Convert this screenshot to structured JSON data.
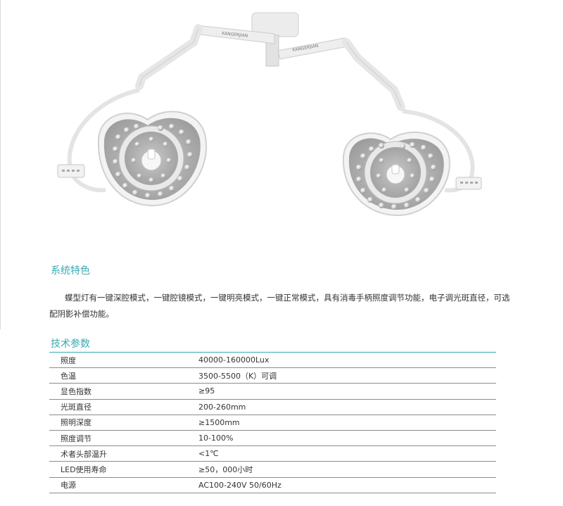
{
  "product": {
    "brand_marks": [
      "KANGERJIAN",
      "KANGERJIAN"
    ]
  },
  "features": {
    "title": "系统特色",
    "description": "蝶型灯有一键深腔模式，一键腔镜模式，一键明亮模式，一键正常模式，具有消毒手柄照度调节功能，电子调光斑直径，可选配阴影补偿功能。"
  },
  "specs": {
    "title": "技术参数",
    "rows": [
      {
        "name": "照度",
        "value": "40000-160000Lux"
      },
      {
        "name": "色温",
        "value": "3500-5500（K）可调"
      },
      {
        "name": "显色指数",
        "value": "≥95"
      },
      {
        "name": "光斑直径",
        "value": "200-260mm"
      },
      {
        "name": "照明深度",
        "value": "≥1500mm"
      },
      {
        "name": "照度调节",
        "value": "10-100%"
      },
      {
        "name": "术者头部温升",
        "value": "<1℃"
      },
      {
        "name": "LED使用寿命",
        "value": "≥50，000小时"
      },
      {
        "name": "电源",
        "value": "AC100-240V 50/60Hz"
      }
    ]
  },
  "colors": {
    "accent": "#3aaab3",
    "arm": "#ebebeb",
    "rule": "#8c8c8c"
  }
}
